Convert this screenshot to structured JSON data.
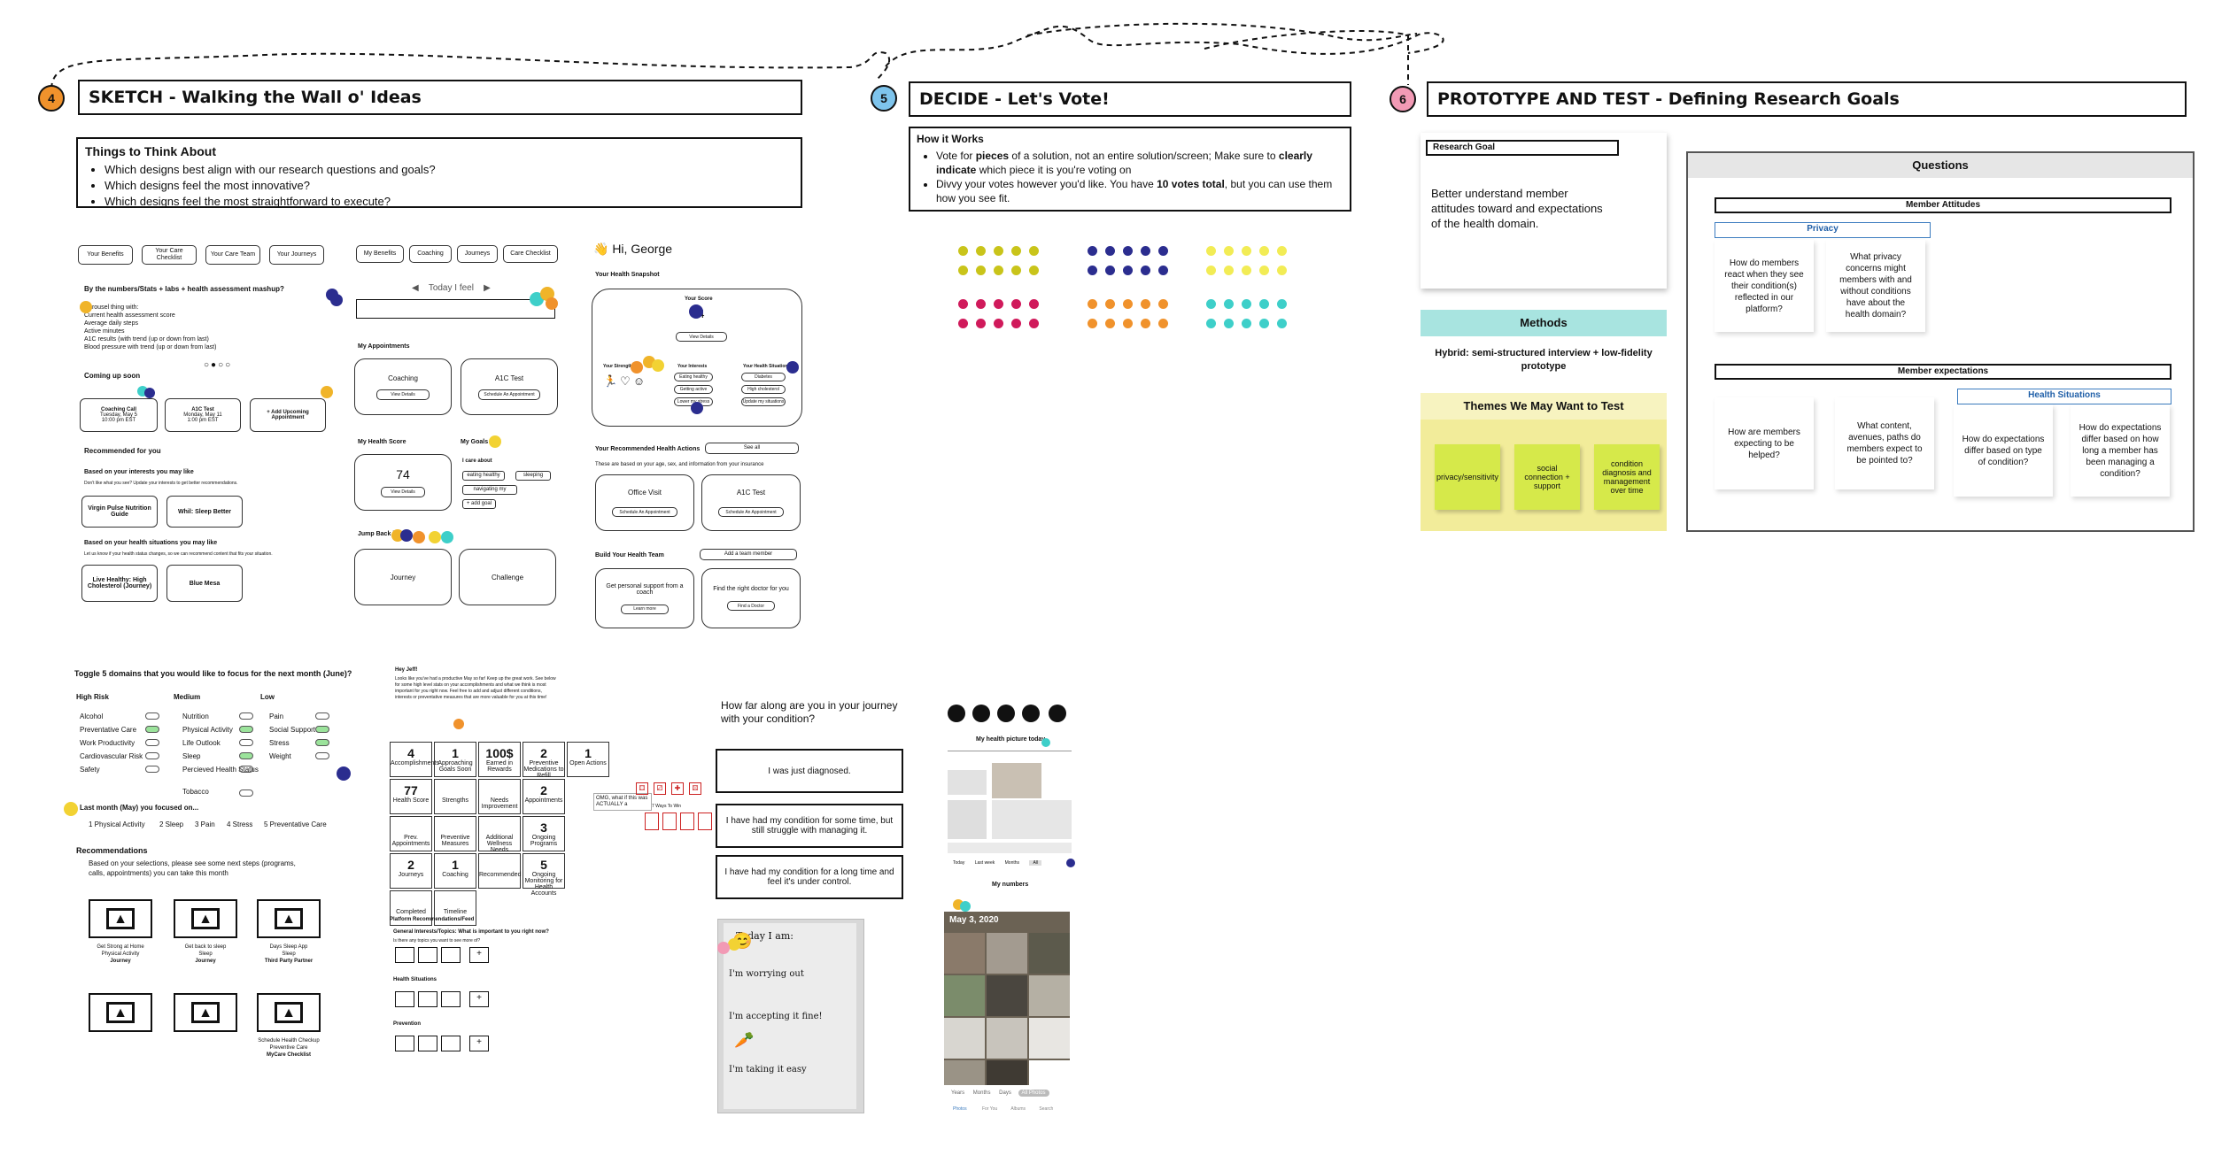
{
  "sketch": {
    "step": "4",
    "title": "SKETCH - Walking the Wall o' Ideas",
    "think_title": "Things to Think About",
    "think_items": [
      "Which designs best align with our research questions and goals?",
      "Which designs feel the most innovative?",
      "Which designs feel the most straightforward to execute?"
    ],
    "wf1": {
      "nav": [
        "Your Benefits",
        "Your Care Checklist",
        "Your Care Team",
        "Your Journeys"
      ],
      "section1": "By the numbers/Stats + labs + health assessment mashup?",
      "carousel_title": "Carousel thing with:",
      "carousel_items": [
        "Current health assessment score",
        "Average daily steps",
        "Active minutes",
        "A1C results (with trend (up or down from last)",
        "Blood pressure with trend (up or down from last)"
      ],
      "coming_up": "Coming up soon",
      "appt1": "Coaching Call",
      "appt1_date": "Tuesday, May 5",
      "appt1_time": "10:00 pm EST",
      "appt2": "A1C Test",
      "appt2_date": "Monday, May 11",
      "appt2_time": "1:00 pm EST",
      "add_appt": "+ Add Upcoming Appointment",
      "recommended": "Recommended for you",
      "based_interests": "Based on your interests you may like",
      "interests_note": "Don't like what you see? Update your interests to get better recommendations.",
      "rec1": "Virgin Pulse Nutrition Guide",
      "rec2": "Whil: Sleep Better",
      "based_health": "Based on your health situations you may like",
      "health_note": "Let us know if your health status changes, so we can recommend content that fits your situation.",
      "rec3": "Live Healthy: High Cholesterol (Journey)",
      "rec4": "Blue Mesa"
    },
    "wf2": {
      "nav": [
        "My Benefits",
        "Coaching",
        "Journeys",
        "Care Checklist"
      ],
      "today_feel": "Today I feel",
      "my_appts": "My Appointments",
      "coaching": "Coaching",
      "a1c": "A1C Test",
      "view_details": "View Details",
      "schedule_appt": "Schedule An Appointment",
      "health_score": "My Health Score",
      "score": "74",
      "my_goals": "My Goals",
      "care_about": "I care about",
      "goal1": "eating healthy",
      "goal2": "sleeping",
      "goal3": "navigating my",
      "goal4": "+ add goal",
      "jump_back": "Jump Back in",
      "journey": "Journey",
      "challenge": "Challenge"
    },
    "wf3": {
      "greeting": "👋 Hi, George",
      "snapshot": "Your Health Snapshot",
      "your_score": "Your Score",
      "score": "74",
      "view_details": "View Details",
      "strengths": "Your Strengths",
      "interests": "Your Interests",
      "situations": "Your Health Situations",
      "int1": "Eating healthy",
      "int2": "Getting active",
      "int3": "Lower my stress",
      "sit1": "Diabetes",
      "sit2": "High cholesterol",
      "sit3": "Update my situations",
      "rec_actions": "Your Recommended Health Actions",
      "see_all": "See all",
      "based_on": "These are based on your age, sex, and information from your insurance",
      "office": "Office Visit",
      "a1c": "A1C Test",
      "schedule": "Schedule An Appointment",
      "team": "Build Your Health Team",
      "add_member": "Add a team member",
      "coach": "Get personal support from a coach",
      "doctor": "Find the right doctor for you",
      "learn": "Learn more",
      "find": "Find a Doctor"
    },
    "wf4": {
      "title": "Toggle 5 domains that you would like to focus for the next month (June)?",
      "col1": "High Risk",
      "col2": "Medium",
      "col3": "Low",
      "high": [
        "Alcohol",
        "Preventative Care",
        "Work Productivity",
        "Cardiovascular Risk",
        "Safety"
      ],
      "medium": [
        "Nutrition",
        "Physical Activity",
        "Life Outlook",
        "Sleep",
        "Percieved Health Status",
        "Tobacco"
      ],
      "low": [
        "Pain",
        "Social Support",
        "Stress",
        "Weight"
      ],
      "last_month": "Last month (May) you focused on...",
      "focused": [
        "1  Physical Activity",
        "2  Sleep",
        "3  Pain",
        "4  Stress",
        "5  Preventative Care"
      ],
      "recs": "Recommendations",
      "recs_note": "Based on your selections, please see some next steps (programs, calls, appointments) you can take this month",
      "cards": [
        {
          "l1": "Get Strong at Home",
          "l2": "Physical Activity",
          "l3": "Journey"
        },
        {
          "l1": "Get back to sleep",
          "l2": "Sleep",
          "l3": "Journey"
        },
        {
          "l1": "Days Sleep App",
          "l2": "Sleep",
          "l3": "Third Party Partner"
        },
        {
          "l1": "",
          "l2": "",
          "l3": ""
        },
        {
          "l1": "",
          "l2": "",
          "l3": ""
        },
        {
          "l1": "Schedule Health Checkup",
          "l2": "Preventive Care",
          "l3": "MyCare Checklist"
        }
      ]
    },
    "wf5": {
      "greeting": "Hey Jeff!",
      "intro": "Looks like you've had a productive May so far! Keep up the great work. See below for some high level stats on your accomplishments and what we think is most important for you right now. Feel free to add and adjust different conditions, interests or preventative measures that are more valuable for you at this time!",
      "cells": [
        {
          "num": "4",
          "label": "Accomplishments"
        },
        {
          "num": "1",
          "label": "Approaching Goals Soon"
        },
        {
          "num": "100$",
          "label": "Earned in Rewards"
        },
        {
          "num": "2",
          "label": "Preventive Medications to Refill"
        },
        {
          "num": "1",
          "label": "Open Actions"
        },
        {
          "num": "77",
          "label": "Health Score"
        },
        {
          "num": "",
          "label": "Strengths"
        },
        {
          "num": "",
          "label": "Needs Improvement"
        },
        {
          "num": "2",
          "label": "Appointments"
        },
        {
          "num": "",
          "label": "Prev. Appointments"
        },
        {
          "num": "",
          "label": "Preventive Measures"
        },
        {
          "num": "",
          "label": "Additional Wellness Needs"
        },
        {
          "num": "3",
          "label": "Ongoing Programs"
        },
        {
          "num": "2",
          "label": "Journeys"
        },
        {
          "num": "1",
          "label": "Coaching"
        },
        {
          "num": "",
          "label": "Recommended"
        },
        {
          "num": "5",
          "label": "Ongoing Monitoring for Health Accounts"
        },
        {
          "num": "",
          "label": "Completed"
        },
        {
          "num": "",
          "label": "Timeline"
        }
      ],
      "omg": "OMG, what if this was ACTUALLY a",
      "ways": "7 Ways To Win",
      "platform": "Platform Recommendations/Feed",
      "general": "General Interests/Topics: What is important to you right now?",
      "general_note": "Is there any topics you want to see more of?",
      "health_sit": "Health Situations",
      "prevention": "Prevention"
    },
    "wf6": {
      "question": "How far along are you in your journey with your condition?",
      "opt1": "I was just diagnosed.",
      "opt2": "I have had my condition for some time, but still struggle with managing it.",
      "opt3": "I have had my condition for a long time and feel it's under control.",
      "journal": [
        "Today I am:",
        "I'm worrying out",
        "I'm accepting it fine!",
        "I'm taking it easy"
      ]
    },
    "wf7": {
      "title": "My health picture today",
      "filters": [
        "Today",
        "Last week",
        "Months",
        "All"
      ],
      "my_numbers": "My numbers",
      "date": "May 3, 2020",
      "tabs": [
        "Years",
        "Months",
        "Days",
        "All Photos"
      ],
      "bottom": [
        "Photos",
        "For You",
        "Albums",
        "Search"
      ]
    }
  },
  "decide": {
    "step": "5",
    "title": "DECIDE - Let's Vote!",
    "how_title": "How it Works",
    "how_items": [
      {
        "pre": "Vote for ",
        "bold1": "pieces",
        "mid": " of a solution, not an entire solution/screen; Make sure to ",
        "bold2": "clearly indicate",
        "post": " which piece it is you're voting on"
      },
      {
        "pre": "Divvy your votes however you'd like. You have ",
        "bold1": "10 votes total",
        "mid": ", but you can use them how you see fit.",
        "bold2": "",
        "post": ""
      }
    ],
    "dot_colors": [
      "#c9c41a",
      "#2b2d8f",
      "#f2ec55",
      "#d01a5b",
      "#f0922c",
      "#3ecfc9"
    ]
  },
  "prototype": {
    "step": "6",
    "title": "PROTOTYPE AND TEST - Defining Research Goals",
    "research_goal_label": "Research Goal",
    "research_goal": "Better understand member attitudes toward and expectations of the health domain.",
    "methods_title": "Methods",
    "methods": "Hybrid: semi-structured interview + low-fidelity prototype",
    "themes_title": "Themes We May Want to Test",
    "themes": [
      "privacy/sensitivity",
      "social connection + support",
      "condition diagnosis and management over time"
    ],
    "questions_title": "Questions",
    "attitudes": "Member Attitudes",
    "privacy": "Privacy",
    "q_attitudes": [
      "How do members react when they see their condition(s) reflected in our platform?",
      "What privacy concerns might members with and without conditions have about the health domain?"
    ],
    "expectations": "Member expectations",
    "health_situations": "Health Situations",
    "q_expectations": [
      "How are members expecting to be helped?",
      "What content, avenues, paths do members expect to be pointed to?",
      "How do expectations differ based on type of condition?",
      "How do expectations differ based on how long a member has been managing a condition?"
    ]
  },
  "colors": {
    "step_orange": "#f0922c",
    "step_blue": "#7ec4ec",
    "step_pink": "#f29ab5",
    "teal": "#a8e4e0",
    "yellow": "#f2ec9a",
    "sticky": "#d6e94a"
  }
}
